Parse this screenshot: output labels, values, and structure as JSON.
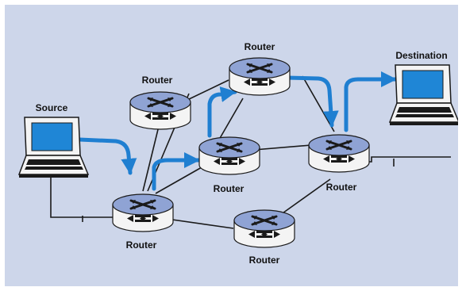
{
  "colors": {
    "background": "#cdd6ea",
    "flow_path": "#1f7fd1",
    "wire": "#1a1a1a",
    "router_top": "#8fa3d4",
    "router_side": "#f4f4f4",
    "screen": "#1f86d6"
  },
  "labels": {
    "source": "Source",
    "destination": "Destination",
    "router": "Router"
  },
  "nodes": {
    "source": {
      "type": "laptop",
      "label": "Source"
    },
    "destination": {
      "type": "laptop",
      "label": "Destination"
    },
    "routers": [
      {
        "id": "r_top_left",
        "label": "Router"
      },
      {
        "id": "r_top",
        "label": "Router"
      },
      {
        "id": "r_mid",
        "label": "Router"
      },
      {
        "id": "r_right",
        "label": "Router"
      },
      {
        "id": "r_bottom_left",
        "label": "Router"
      },
      {
        "id": "r_bottom",
        "label": "Router"
      }
    ]
  }
}
